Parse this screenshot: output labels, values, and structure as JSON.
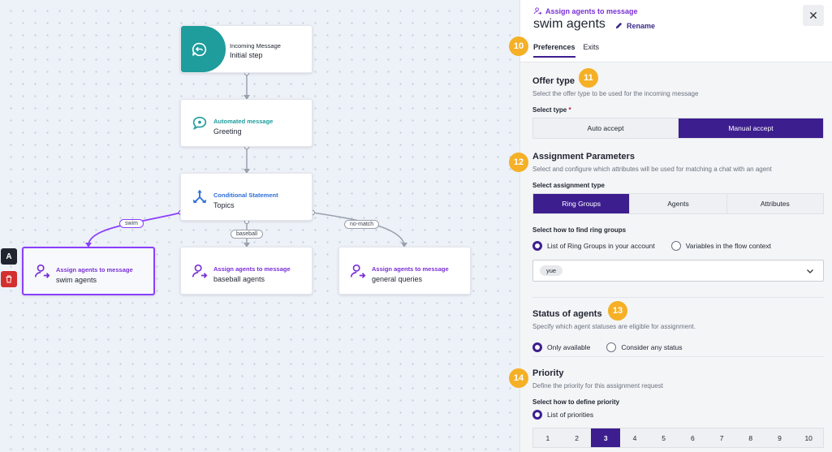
{
  "canvas": {
    "nodes": {
      "start": {
        "kind": "Incoming Message",
        "name": "Initial step"
      },
      "greeting": {
        "kind": "Automated message",
        "name": "Greeting"
      },
      "topics": {
        "kind": "Conditional Statement",
        "name": "Topics"
      },
      "swim": {
        "kind": "Assign agents to message",
        "name": "swim agents"
      },
      "baseball": {
        "kind": "Assign agents to message",
        "name": "baseball agents"
      },
      "general": {
        "kind": "Assign agents to message",
        "name": "general queries"
      }
    },
    "edge_labels": {
      "swim": "swim",
      "baseball": "baseball",
      "nomatch": "no-match"
    },
    "tools": {
      "text_tool": "A"
    }
  },
  "panel": {
    "eyebrow": "Assign agents to message",
    "title": "swim agents",
    "rename": "Rename",
    "close": "✕",
    "tabs": [
      "Preferences",
      "Exits"
    ],
    "badges": [
      "10",
      "11",
      "12",
      "13",
      "14"
    ],
    "offer": {
      "title": "Offer type",
      "desc": "Select the offer type to be used for the incoming message",
      "label": "Select type",
      "required": "*",
      "options": [
        "Auto accept",
        "Manual accept"
      ],
      "selected": "Manual accept"
    },
    "assignment": {
      "title": "Assignment Parameters",
      "desc": "Select and configure which attributes will be used for matching a chat with an agent",
      "type_label": "Select assignment type",
      "types": [
        "Ring Groups",
        "Agents",
        "Attributes"
      ],
      "selected": "Ring Groups",
      "find_label": "Select how to find ring groups",
      "find_options": [
        "List of Ring Groups in your account",
        "Variables in the flow context"
      ],
      "chip": "yue"
    },
    "status": {
      "title": "Status of agents",
      "desc": "Specify which agent statuses are eligible for assignment.",
      "options": [
        "Only available",
        "Consider any status"
      ]
    },
    "priority": {
      "title": "Priority",
      "desc": "Define the priority for this assignment request",
      "label": "Select how to define priority",
      "option": "List of priorities",
      "values": [
        "1",
        "2",
        "3",
        "4",
        "5",
        "6",
        "7",
        "8",
        "9",
        "10"
      ],
      "selected": "3"
    }
  },
  "colors": {
    "accent": "#3d1e8f",
    "purple": "#8a3ffc",
    "teal": "#1f9c9c",
    "blue": "#2e6fd8",
    "badge": "#f5b026"
  }
}
